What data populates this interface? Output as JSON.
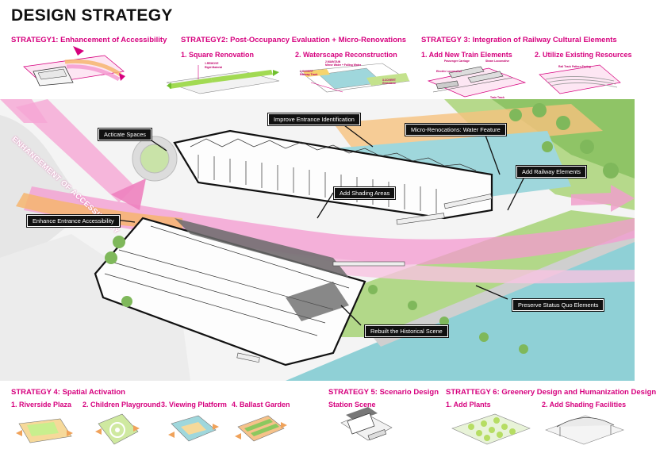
{
  "title": "DESIGN STRATEGY",
  "strategy1": {
    "heading": "STRATEGY1: Enhancement of Accessibility"
  },
  "strategy2": {
    "heading": "STRATEGY2: Post-Occupancy Evaluation + Micro-Renovations",
    "sub1": "1. Square Renovation",
    "sub2": "2. Waterscape Reconstruction",
    "tiny_remove": "1.REMOVE",
    "tiny_rigid": "Rigid Material",
    "tiny_covert1": "1.COVERT",
    "tiny_railway": "Railway Track",
    "tiny_maintain": "2.MAINTAIN",
    "tiny_water": "Mirror Water + Falling Water",
    "tiny_covert2": "3.COVERT",
    "tiny_grass": "Grassland"
  },
  "strategy3": {
    "heading": "STRATEGY 3: Integration of Railway Cultural Elements",
    "sub1": "1. Add New Train Elements",
    "sub2": "2. Utilize Existing Resources",
    "tiny_passenger": "Passenger Carriage",
    "tiny_steam": "Steam Locomotive",
    "tiny_electric": "Electric Locomotive",
    "tiny_track": "Train Track",
    "tiny_paving": "Rail Track Pattern Paving"
  },
  "strategy4": {
    "heading": "STRATEGY 4: Spatial Activation",
    "sub1": "1. Riverside Plaza",
    "sub2": "2. Children Playground",
    "sub3": "3. Viewing Platform",
    "sub4": "4. Ballast Garden"
  },
  "strategy5": {
    "heading": "STRATEGY 5: Scenario Design",
    "sub1": "Station Scene"
  },
  "strategy6": {
    "heading": "STRATTEGY 6: Greenery Design and Humanization Design",
    "sub1": "1. Add Plants",
    "sub2": "2. Add Shading Facilities"
  },
  "callouts": {
    "activate": "Acticate  Spaces",
    "entrance_id": "Improve Entrance Identification",
    "water_feature": "Micro-Renocations: Water Feature",
    "railway_elements": "Add Railway Elements",
    "shading": "Add Shading Areas",
    "entrance_access": "Enhance Entrance Accessibility",
    "preserve": "Preserve Status Quo Elements",
    "rebuilt": "Rebuilt the Historical Scene"
  },
  "arrow_label": "ENHANCEMENT OF ACCESSIBILITY",
  "colors": {
    "accent": "#d6007e",
    "pink_band": "#f49ad0",
    "water": "#9fd7dc",
    "green": "#a8d27a",
    "orange": "#f6b56e",
    "dark": "#111111"
  }
}
